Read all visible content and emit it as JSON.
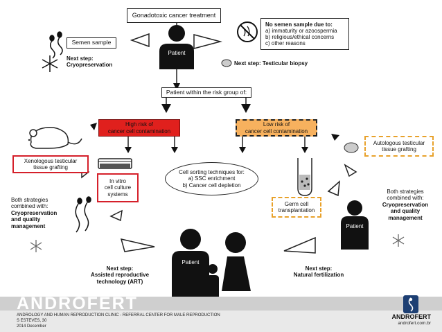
{
  "diagram": {
    "top": {
      "title": "Gonadotoxic cancer treatment",
      "patient": "Patient",
      "semen_sample": "Semen sample",
      "next_cryo": [
        "Next step:",
        "Cryopreservation"
      ],
      "no_semen": [
        "No semen sample due to:",
        "a) immaturity or azoospermia",
        "b) religious/ethical concerns",
        "c) other reasons"
      ],
      "next_biopsy": "Next step: Testicular biopsy",
      "risk_group": "Patient within the risk group of:"
    },
    "high_risk": [
      "High risk of",
      "cancer cell contamination"
    ],
    "low_risk": [
      "Low risk of",
      "cancer cell contamination"
    ],
    "xenologous": [
      "Xenologous testicular",
      "tissue grafting"
    ],
    "in_vitro": [
      "In vitro",
      "cell culture",
      "systems"
    ],
    "cell_sorting": [
      "Cell sorting techniques for:",
      "a) SSC enrichment",
      "b) Cancer cell depletion"
    ],
    "autologous": [
      "Autologous testicular",
      "tissue grafting"
    ],
    "germ_cell": [
      "Germ cell",
      "transplantation"
    ],
    "both_left": [
      "Both strategies",
      "combined with:",
      "Cryopreservation",
      "and quality",
      "management"
    ],
    "both_right": [
      "Both strategies",
      "combined with:",
      "Cryopreservation",
      "and quality",
      "management"
    ],
    "patient_right": "Patient",
    "patient_family": "Patient",
    "next_art": [
      "Next step:",
      "Assisted reproductive",
      "technology (ART)"
    ],
    "next_natural": [
      "Next step:",
      "Natural fertilization"
    ]
  },
  "footer": {
    "brand": "ANDROFERT",
    "line1": "ANDROLOGY AND HUMAN REPRODUCTION CLINIC - REFERRAL CENTER FOR MALE REPRODUCTION",
    "line2": "S ESTEVES, 30",
    "line3": "2014 December",
    "brand_small": "ANDROFERT",
    "url": "androfert.com.br"
  },
  "colors": {
    "red": "#e0201d",
    "orange": "#f7b15e",
    "dash_orange": "#e8a12a",
    "red_outline": "#d5202a"
  },
  "icons": [
    "sperm-icon",
    "snowflake-icon",
    "no-sperm-icon",
    "tissue-sample-icon",
    "mouse-icon",
    "petri-dish-icon",
    "test-tube-icon"
  ]
}
